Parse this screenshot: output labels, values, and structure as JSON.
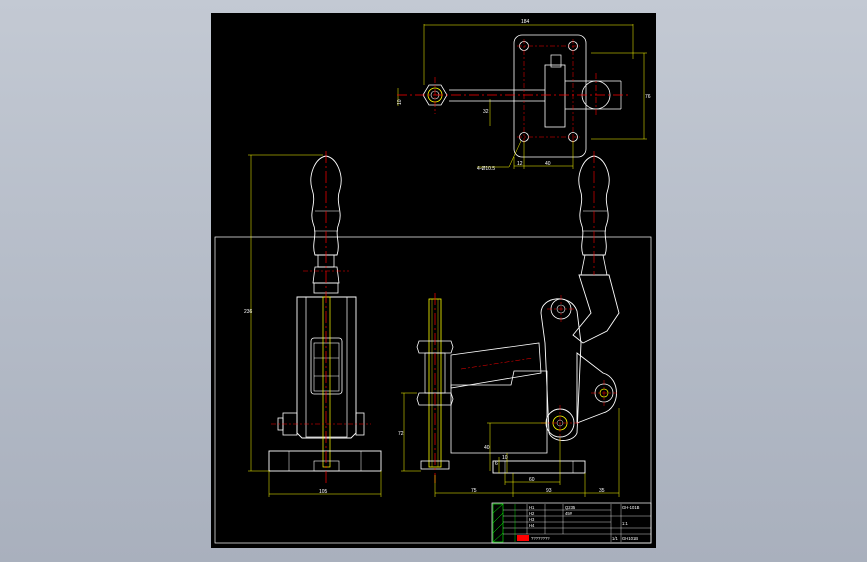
{
  "drawing": {
    "colors": {
      "background": "#000000",
      "outline": "#ffffff",
      "dimension": "#ffff00",
      "centerline": "#ff0000",
      "hatch": "#00ff00"
    },
    "top_view": {
      "dim_overall_width": "184",
      "dim_height": "76",
      "dim_left_small": "10",
      "dim_left_mid": "32",
      "dim_hole_spacing": "40",
      "dim_hole_offset": "12",
      "hole_note": "4-Ø10.5"
    },
    "front_view": {
      "dim_total_height": "236",
      "dim_base_width": "105"
    },
    "side_view": {
      "dim_spindle_height": "72",
      "dim_base_40": "40",
      "dim_base_6": "6",
      "dim_base_10": "10",
      "dim_reach": "75",
      "dim_60": "60",
      "dim_93": "93",
      "dim_35": "35"
    },
    "title_block": {
      "code": "GH-101B",
      "material_1": "Q235",
      "material_2": "45#",
      "project": "????????",
      "scale": "1:1",
      "sheet": "1/1",
      "code_short": "GH101B",
      "label_1": "H1",
      "label_2": "H2",
      "label_3": "H3",
      "label_4": "H4"
    }
  }
}
